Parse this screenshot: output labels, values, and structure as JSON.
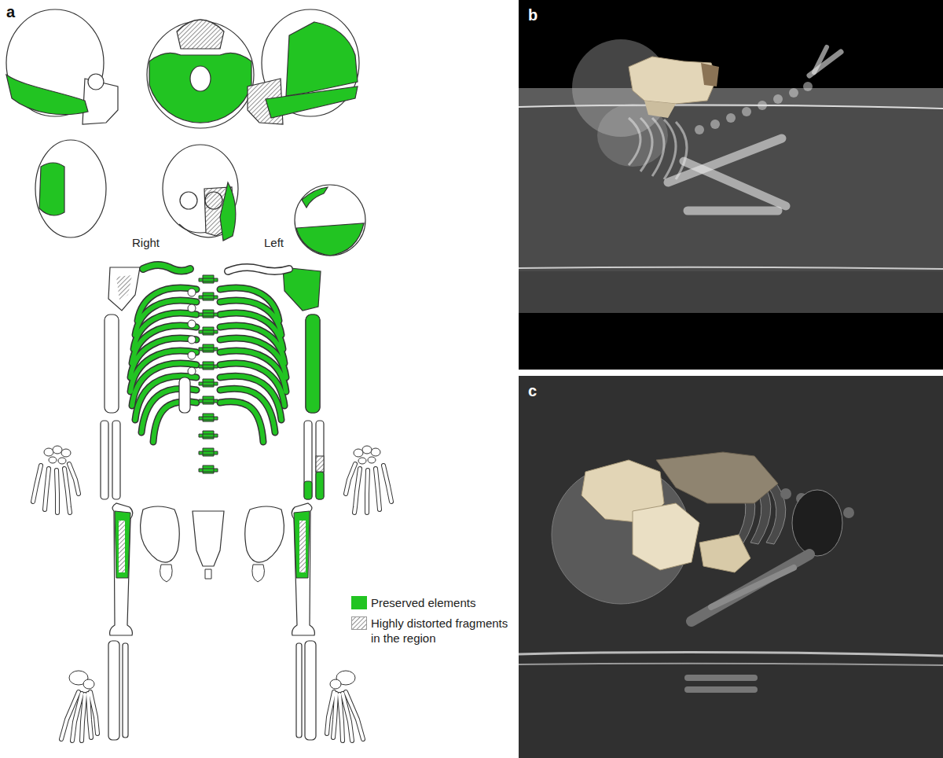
{
  "diagram": {
    "labels": [
      "a",
      "b",
      "c",
      "Right",
      "Left"
    ],
    "legend": [
      {
        "text": "Preserved elements",
        "color": "#22c422"
      },
      {
        "text": "Highly distorted fragments in the region"
      }
    ]
  }
}
